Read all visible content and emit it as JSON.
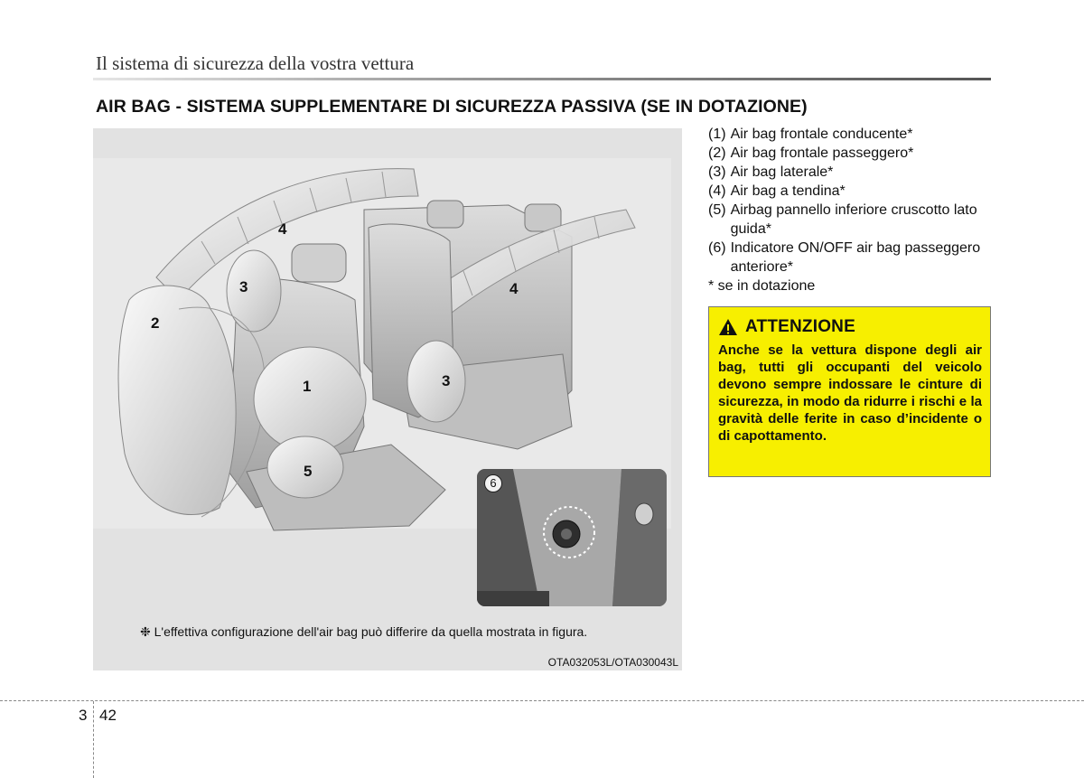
{
  "header": {
    "chapter_title": "Il sistema di sicurezza della vostra vettura"
  },
  "section": {
    "title": "AIR BAG - SISTEMA SUPPLEMENTARE DI SICUREZZA PASSIVA (SE IN DOTAZIONE)"
  },
  "figure": {
    "callouts": [
      "4",
      "3",
      "2",
      "1",
      "5",
      "3",
      "4"
    ],
    "inset_number": "6",
    "note": "❉ L'effettiva configurazione dell'air bag può differire da quella mostrata in figura.",
    "code": "OTA032053L/OTA030043L"
  },
  "legend": {
    "items": [
      {
        "num": "(1)",
        "text": "Air bag frontale conducente*"
      },
      {
        "num": "(2)",
        "text": "Air bag frontale passeggero*"
      },
      {
        "num": "(3)",
        "text": "Air bag laterale*"
      },
      {
        "num": "(4)",
        "text": "Air bag a tendina*"
      },
      {
        "num": "(5)",
        "text": "Airbag pannello inferiore cruscotto lato guida*"
      },
      {
        "num": "(6)",
        "text": "Indicatore ON/OFF air bag passeggero anteriore*"
      }
    ],
    "footnote": "* se in dotazione"
  },
  "warning": {
    "icon": "warning-triangle-icon",
    "title": "ATTENZIONE",
    "body": "Anche se la vettura dispone degli air bag, tutti gli occupanti del veicolo devono sempre indossare le cinture di sicurezza, in modo da ridurre i rischi e la gravità delle ferite in caso d’incidente o di capottamento.",
    "background": "#f7ef00"
  },
  "footer": {
    "chapter": "3",
    "page": "42"
  }
}
